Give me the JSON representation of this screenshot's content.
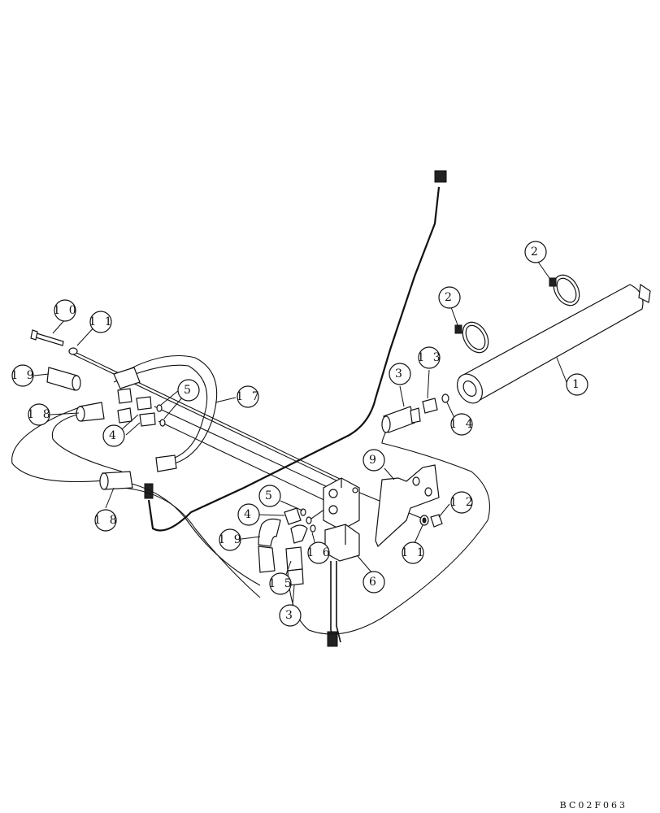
{
  "drawing_code": "BC02F063",
  "callouts": [
    {
      "id": "10-top",
      "label": "1 0"
    },
    {
      "id": "11-top",
      "label": "1 1"
    },
    {
      "id": "19-top",
      "label": "1 9"
    },
    {
      "id": "18-top",
      "label": "1 8"
    },
    {
      "id": "4-top",
      "label": "4"
    },
    {
      "id": "5-top",
      "label": "5"
    },
    {
      "id": "17",
      "label": "1 7"
    },
    {
      "id": "18-bottom",
      "label": "1 8"
    },
    {
      "id": "3-top",
      "label": "3"
    },
    {
      "id": "13",
      "label": "1 3"
    },
    {
      "id": "14",
      "label": "1 4"
    },
    {
      "id": "2-left",
      "label": "2"
    },
    {
      "id": "2-right",
      "label": "2"
    },
    {
      "id": "1",
      "label": "1"
    },
    {
      "id": "9",
      "label": "9"
    },
    {
      "id": "12",
      "label": "1 2"
    },
    {
      "id": "11-bottom",
      "label": "1 1"
    },
    {
      "id": "5-bottom",
      "label": "5"
    },
    {
      "id": "4-bottom",
      "label": "4"
    },
    {
      "id": "19-bottom",
      "label": "1 9"
    },
    {
      "id": "16",
      "label": "1 6"
    },
    {
      "id": "15",
      "label": "1 5"
    },
    {
      "id": "3-bottom",
      "label": "3"
    },
    {
      "id": "6",
      "label": "6"
    }
  ]
}
